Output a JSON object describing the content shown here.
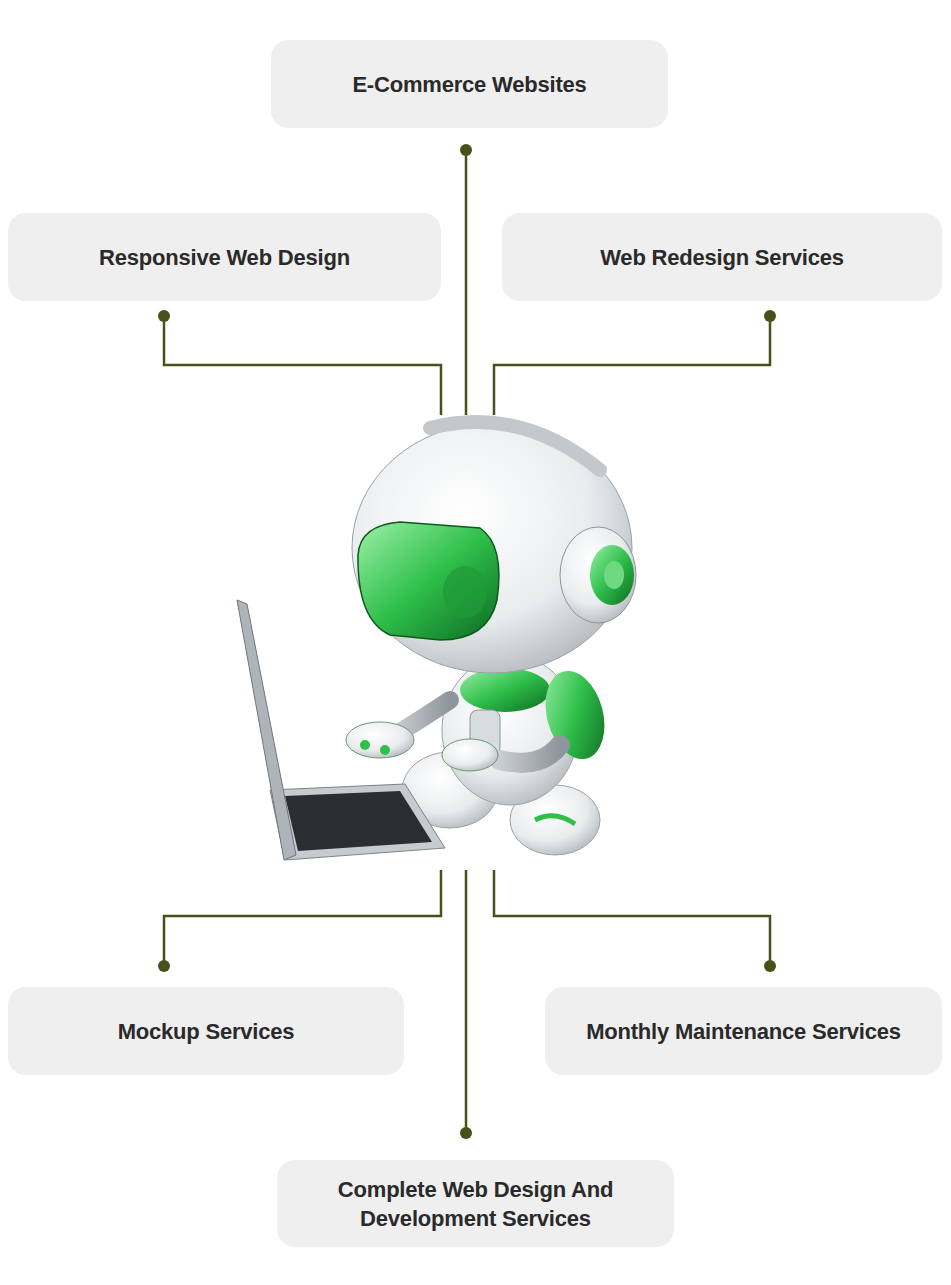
{
  "diagram": {
    "nodes": [
      {
        "text": [
          "E-Commerce Websites"
        ]
      },
      {
        "text": [
          "Responsive Web Design"
        ]
      },
      {
        "text": [
          "Web Redesign Services"
        ]
      },
      {
        "text": [
          "Mockup Services"
        ]
      },
      {
        "text": [
          "Monthly Maintenance Services"
        ]
      },
      {
        "text": [
          "Complete Web Design And Development Services"
        ]
      }
    ]
  }
}
